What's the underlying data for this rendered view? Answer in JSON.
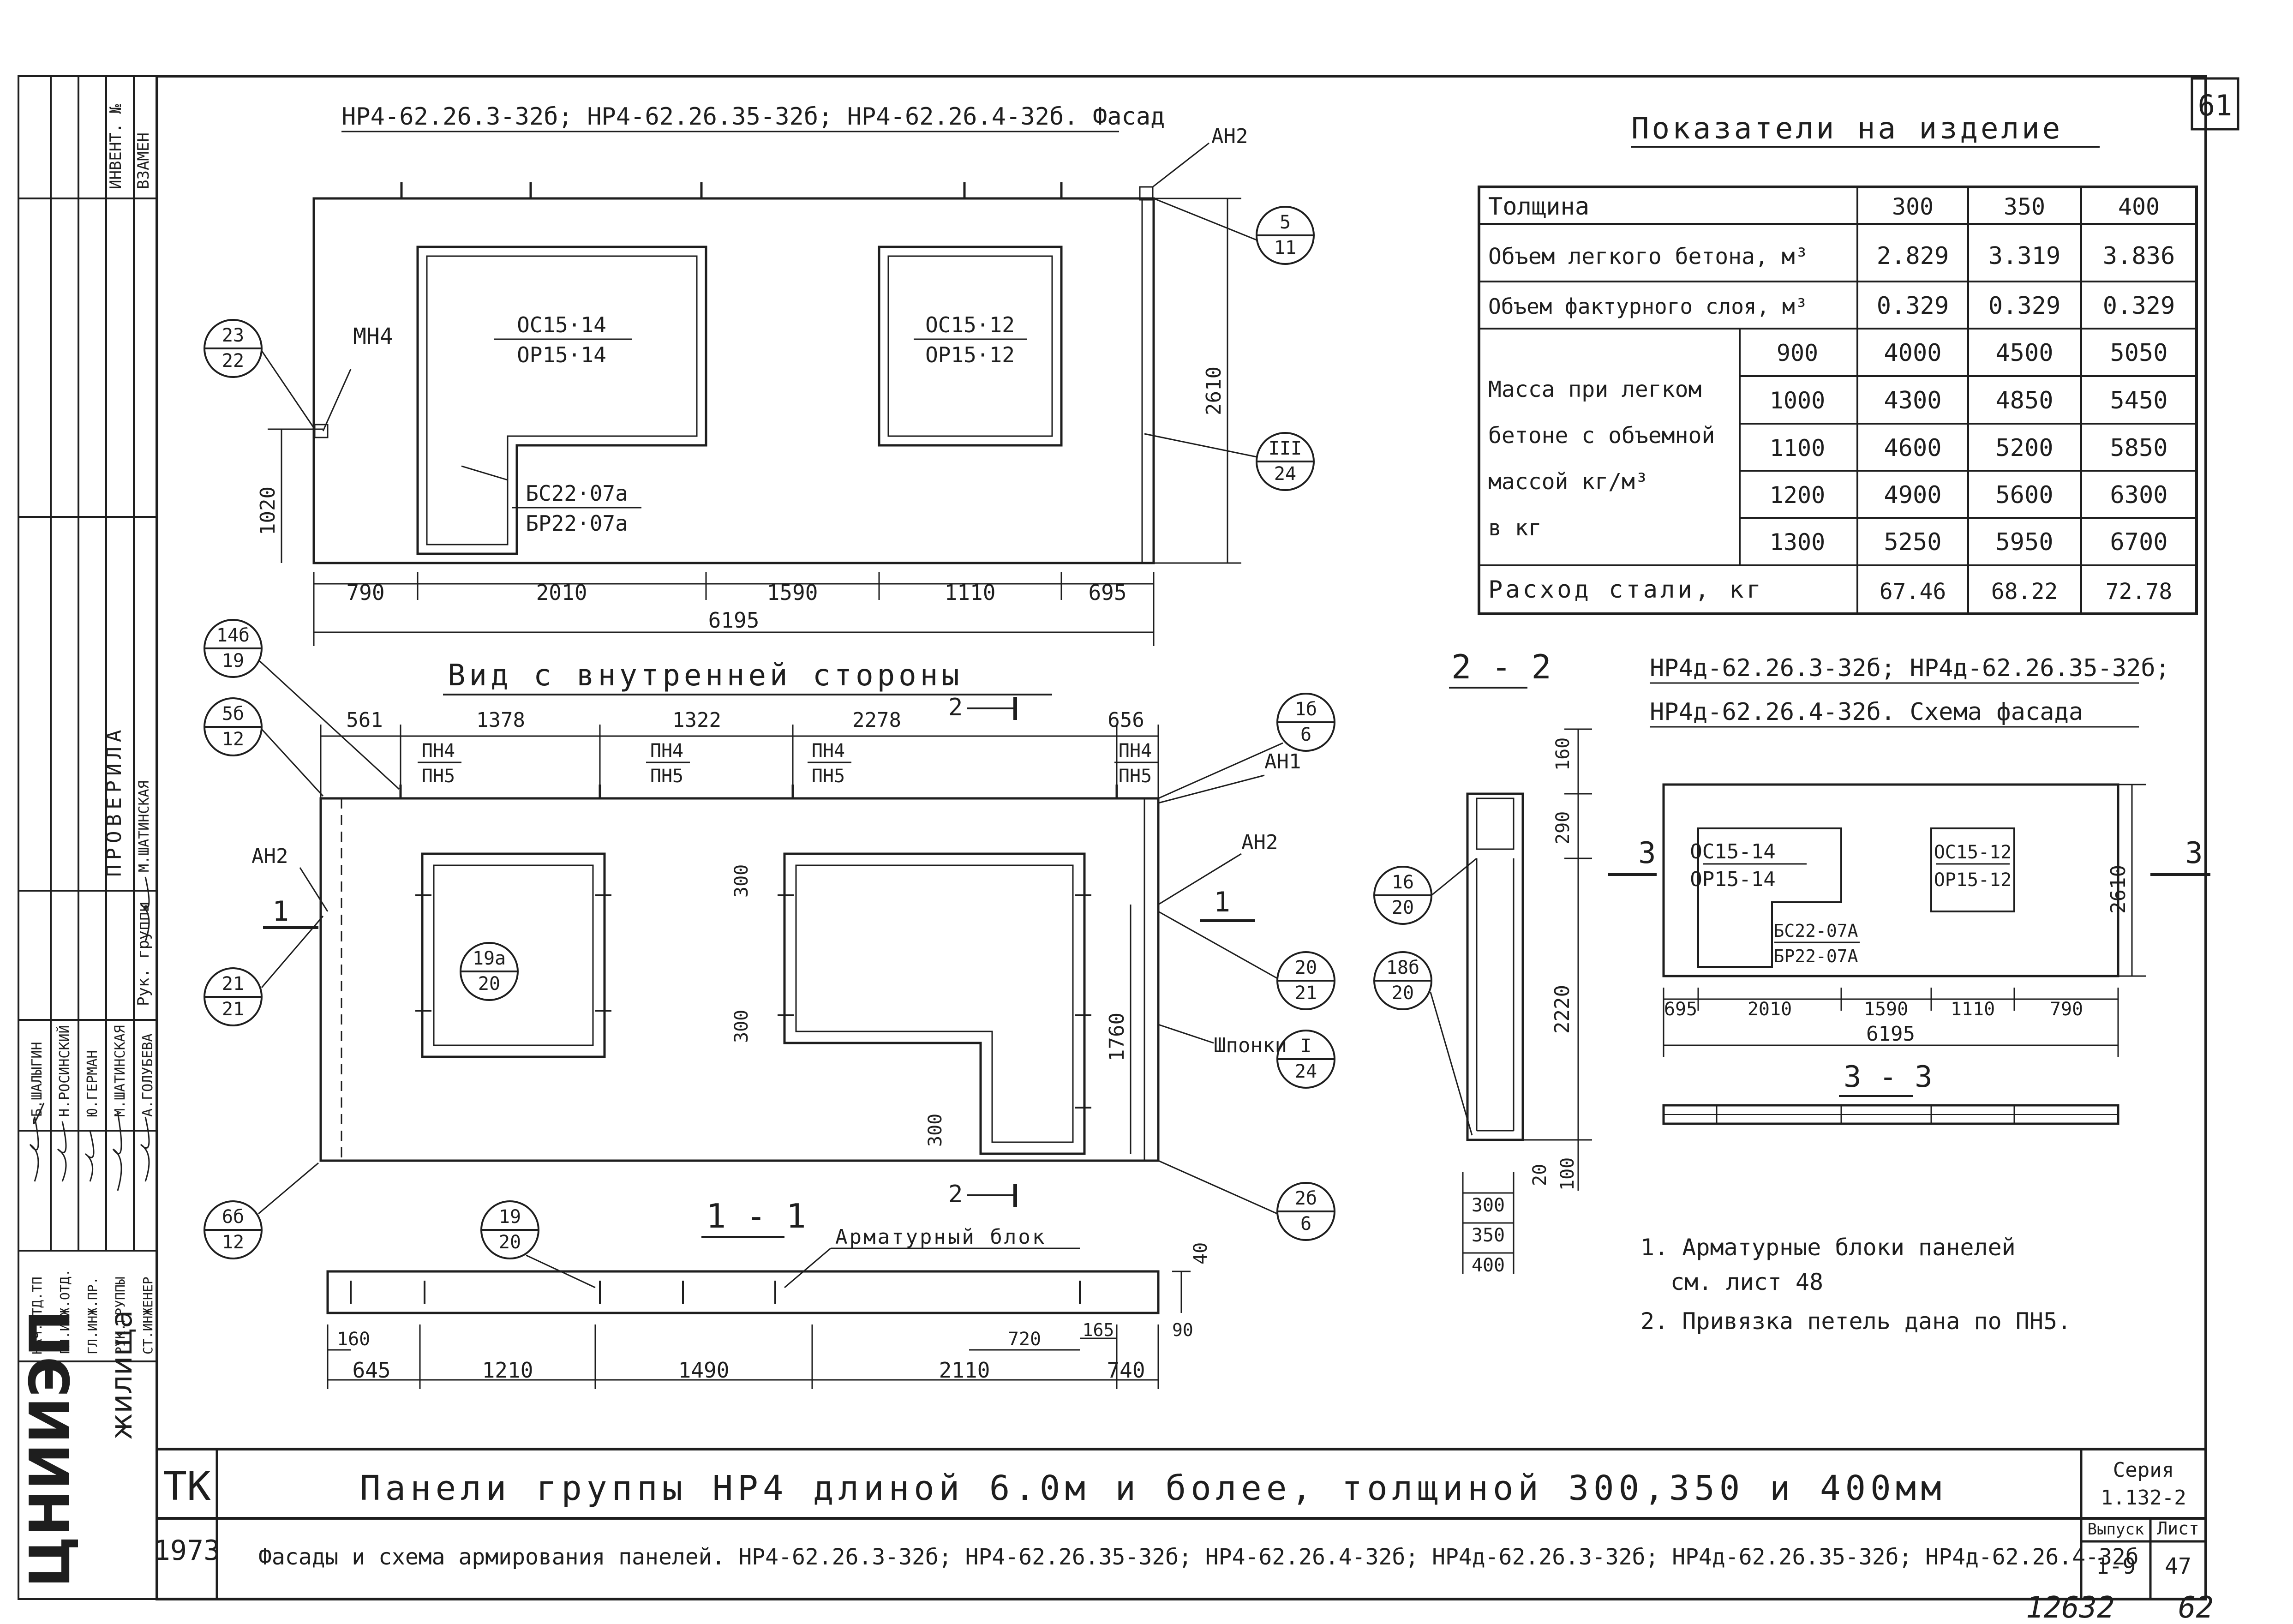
{
  "sheet": {
    "sheet_no": "61",
    "bottom_number": "12632",
    "bottom_number2": "62"
  },
  "left_block": {
    "org": "ЦНИИЭП",
    "org_sub": "жилища",
    "year": "1973",
    "tk": "ТК",
    "check_header": "ПРОВЕРИЛА",
    "roles": [
      "НАЧ.ОТД.ТП",
      "ГЛ.ИНЖ.ОТД.",
      "ГЛ.ИНЖ.ПР.",
      "РУК.ГРУППЫ",
      "СТ.ИНЖЕНЕР"
    ],
    "names": [
      "Б.ШАЛЫГИН",
      "Н.РОСИНСКИЙ",
      "Ю.ГЕРМАН",
      "М.ШАТИНСКАЯ",
      "А.ГОЛУБЕВА"
    ],
    "rukgr": "Рук. группы",
    "rukgr_name": "М.ШАТИНСКАЯ",
    "stamp_labels": [
      "ИНВЕНТ. №",
      "ВЗАМЕН"
    ]
  },
  "facade": {
    "title": "НР4-62.26.3-32б; НР4-62.26.35-32б; НР4-62.26.4-32б. Фасад",
    "win1_top": "ОС15·14",
    "win1_bot": "ОР15·14",
    "win2_top": "ОС15·12",
    "win2_bot": "ОР15·12",
    "door_top": "БС22·07а",
    "door_bot": "БР22·07а",
    "mn": "МН4",
    "an2": "АН2",
    "height": "2610",
    "h1020": "1020",
    "dims": [
      "790",
      "2010",
      "1590",
      "1110",
      "695"
    ],
    "total": "6195",
    "callouts": [
      {
        "t": "23",
        "b": "22"
      },
      {
        "t": "5",
        "b": "11"
      },
      {
        "t": "III",
        "b": "24"
      }
    ]
  },
  "inner_view": {
    "title": "Вид с внутренней стороны",
    "top_dims": [
      "561",
      "1378",
      "1322",
      "2278",
      "656"
    ],
    "loops": [
      {
        "t": "ПН4",
        "b": "ПН5"
      },
      {
        "t": "ПН4",
        "b": "ПН5"
      },
      {
        "t": "ПН4",
        "b": "ПН5"
      },
      {
        "t": "ПН4",
        "b": "ПН5"
      }
    ],
    "section_22": "2",
    "an1": "АН1",
    "an2": "АН2",
    "shponki": "Шпонки",
    "h1760": "1760",
    "d300": "300",
    "sec1": "1",
    "callouts": [
      {
        "t": "14б",
        "b": "19"
      },
      {
        "t": "5б",
        "b": "12"
      },
      {
        "t": "21",
        "b": "21"
      },
      {
        "t": "6б",
        "b": "12"
      },
      {
        "t": "19а",
        "b": "20"
      },
      {
        "t": "1б",
        "b": "6"
      },
      {
        "t": "20",
        "b": "21"
      },
      {
        "t": "I",
        "b": "24"
      },
      {
        "t": "2б",
        "b": "6"
      }
    ]
  },
  "indicators": {
    "title": "Показатели на изделие",
    "thickness_label": "Толщина",
    "thicknesses": [
      "300",
      "350",
      "400"
    ],
    "light_concrete_label": "Объем легкого бетона, м³",
    "light_concrete": [
      "2.829",
      "3.319",
      "3.836"
    ],
    "facing_label": "Объем фактурного слоя, м³",
    "facing": [
      "0.329",
      "0.329",
      "0.329"
    ],
    "mass_label": [
      "Масса при легком",
      "бетоне с объемной",
      "массой кг/м³",
      "в кг"
    ],
    "mass_rows": [
      {
        "density": "900",
        "vals": [
          "4000",
          "4500",
          "5050"
        ]
      },
      {
        "density": "1000",
        "vals": [
          "4300",
          "4850",
          "5450"
        ]
      },
      {
        "density": "1100",
        "vals": [
          "4600",
          "5200",
          "5850"
        ]
      },
      {
        "density": "1200",
        "vals": [
          "4900",
          "5600",
          "6300"
        ]
      },
      {
        "density": "1300",
        "vals": [
          "5250",
          "5950",
          "6700"
        ]
      }
    ],
    "steel_label": "Расход стали, кг",
    "steel": [
      "67.46",
      "68.22",
      "72.78"
    ]
  },
  "section22": {
    "title": "2 - 2",
    "dims": [
      "160",
      "290",
      "2220",
      "20",
      "100"
    ],
    "thick": [
      "300",
      "350",
      "400"
    ],
    "callouts": [
      {
        "t": "16",
        "b": "20"
      },
      {
        "t": "18б",
        "b": "20"
      }
    ]
  },
  "scheme": {
    "title1": "НР4д-62.26.3-32б; НР4д-62.26.35-32б;",
    "title2": "НР4д-62.26.4-32б. Схема фасада",
    "win1_top": "ОС15-14",
    "win1_bot": "ОР15-14",
    "win2_top": "ОС15-12",
    "win2_bot": "ОР15-12",
    "door_top": "БС22-07А",
    "door_bot": "БР22-07А",
    "height": "2610",
    "dims": [
      "695",
      "2010",
      "1590",
      "1110",
      "790"
    ],
    "total": "6195",
    "sec": "3",
    "sec33": "3 - 3"
  },
  "section11": {
    "title": "1 - 1",
    "block": "Арматурный блок",
    "top40": "40",
    "dims_low": [
      "645",
      "1210",
      "1490",
      "2110",
      "740"
    ],
    "d160": "160",
    "d720": "720",
    "d165": "165",
    "d90": "90",
    "callout": {
      "t": "19",
      "b": "20"
    }
  },
  "notes": [
    "1. Арматурные блоки панелей",
    "см. лист 48",
    "2. Привязка петель дана по ПН5."
  ],
  "title_block": {
    "main": "Панели группы НР4 длиной 6.0м и более, толщиной 300,350 и 400мм",
    "sub": "Фасады и схема армирования панелей. НР4-62.26.3-32б; НР4-62.26.35-32б; НР4-62.26.4-32б; НР4д-62.26.3-32б; НР4д-62.26.35-32б; НР4д-62.26.4-32б",
    "seria_label": "Серия",
    "seria": "1.132-2",
    "vyp_label": "Выпуск",
    "vyp": "1-9",
    "list_label": "Лист",
    "list": "47"
  }
}
